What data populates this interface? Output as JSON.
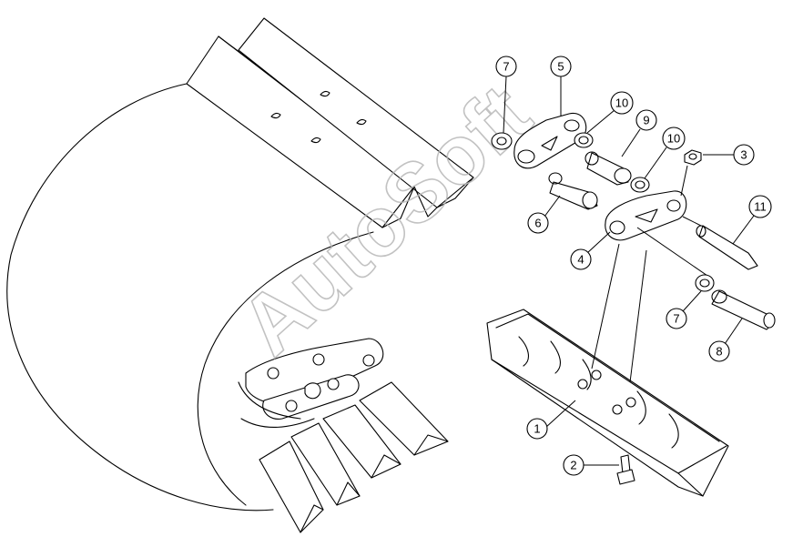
{
  "watermark": "AutoSoft",
  "callouts": [
    {
      "id": "c1",
      "label": "1"
    },
    {
      "id": "c2",
      "label": "2"
    },
    {
      "id": "c3",
      "label": "3"
    },
    {
      "id": "c4",
      "label": "4"
    },
    {
      "id": "c5",
      "label": "5"
    },
    {
      "id": "c6",
      "label": "6"
    },
    {
      "id": "c7a",
      "label": "7"
    },
    {
      "id": "c7b",
      "label": "7"
    },
    {
      "id": "c8",
      "label": "8"
    },
    {
      "id": "c9",
      "label": "9"
    },
    {
      "id": "c10a",
      "label": "10"
    },
    {
      "id": "c10b",
      "label": "10"
    },
    {
      "id": "c11",
      "label": "11"
    }
  ]
}
